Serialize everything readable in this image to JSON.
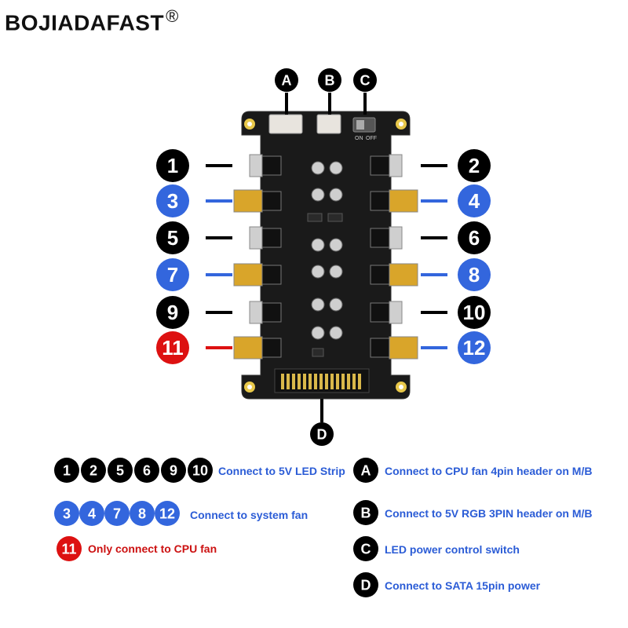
{
  "brand": {
    "name": "BOJIADAFAST",
    "mark": "®"
  },
  "top_labels": [
    "A",
    "B",
    "C"
  ],
  "bottom_label": "D",
  "left_ports": [
    {
      "num": "1",
      "color": "#000000"
    },
    {
      "num": "3",
      "color": "#3366dd"
    },
    {
      "num": "5",
      "color": "#000000"
    },
    {
      "num": "7",
      "color": "#3366dd"
    },
    {
      "num": "9",
      "color": "#000000"
    },
    {
      "num": "11",
      "color": "#dd1111"
    }
  ],
  "right_ports": [
    {
      "num": "2",
      "color": "#000000"
    },
    {
      "num": "4",
      "color": "#3366dd"
    },
    {
      "num": "6",
      "color": "#000000"
    },
    {
      "num": "8",
      "color": "#3366dd"
    },
    {
      "num": "10",
      "color": "#000000"
    },
    {
      "num": "12",
      "color": "#3366dd"
    }
  ],
  "board_labels": {
    "switch_on": "ON",
    "switch_off": "OFF"
  },
  "legend": {
    "led": {
      "nums": [
        "1",
        "2",
        "5",
        "6",
        "9",
        "10"
      ],
      "text": "Connect  to 5V LED Strip"
    },
    "fan": {
      "nums": [
        "3",
        "4",
        "7",
        "8",
        "12"
      ],
      "text": "Connect  to system fan"
    },
    "cpu": {
      "nums": [
        "11"
      ],
      "text": "Only connect to CPU fan"
    },
    "A": {
      "letter": "A",
      "text": "Connect  to CPU  fan 4pin header on M/B"
    },
    "B": {
      "letter": "B",
      "text": "Connect to 5V RGB 3PIN header on M/B"
    },
    "C": {
      "letter": "C",
      "text": "LED power control switch"
    },
    "D": {
      "letter": "D",
      "text": "Connect  to SATA 15pin power"
    }
  }
}
